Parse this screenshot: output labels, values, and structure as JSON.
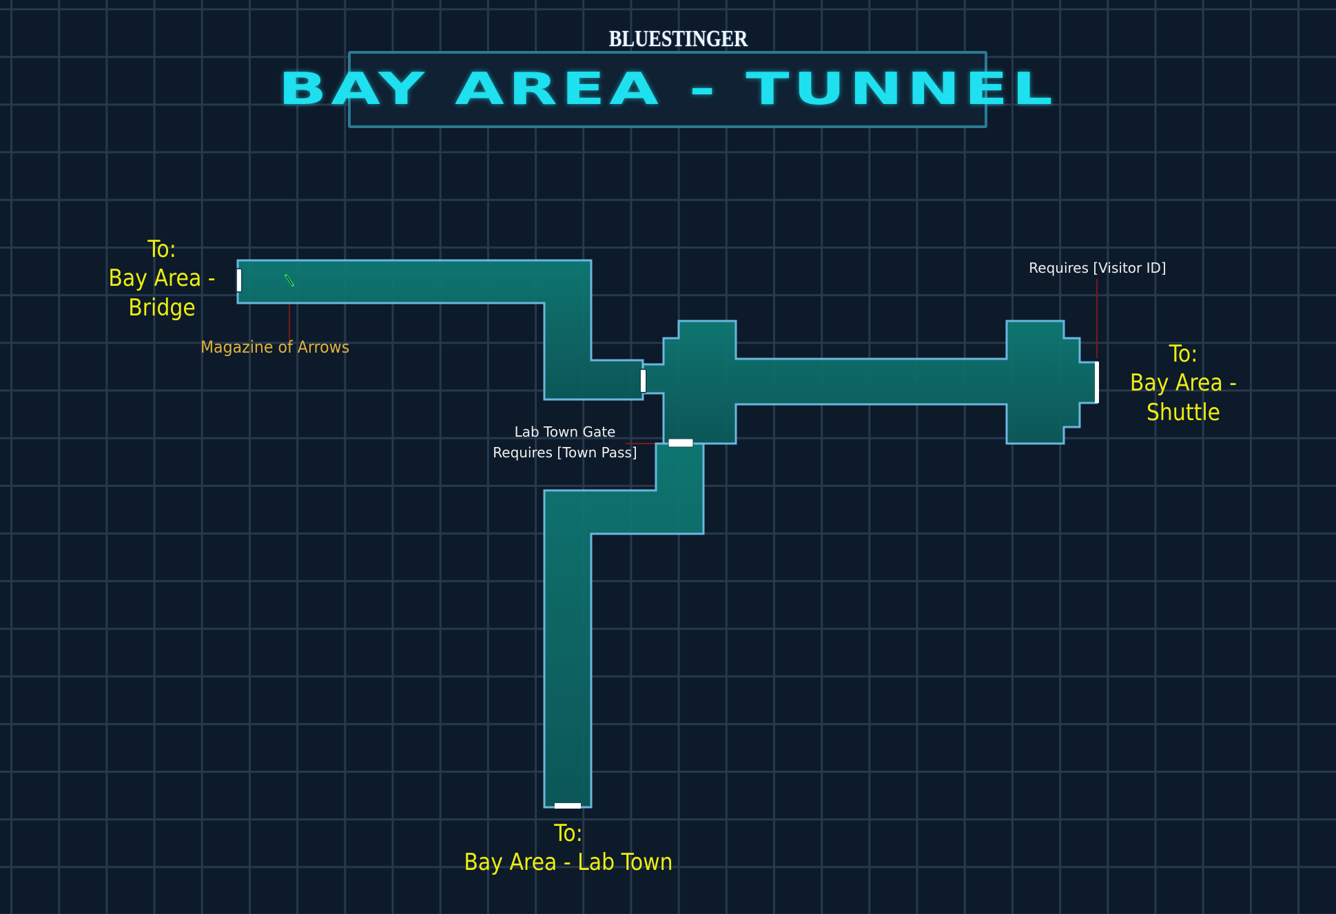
{
  "logo": {
    "text": "BLUESTINGER"
  },
  "title": "BAY AREA - TUNNEL",
  "map": {
    "colors": {
      "room_fill": "#0f7a74",
      "room_border": "#6fc0e8",
      "door": "#ffffff",
      "item_marker": "#2cd96a"
    },
    "destinations": {
      "bridge": {
        "line1": "To:",
        "line2": "Bay Area -",
        "line3": "Bridge"
      },
      "shuttle": {
        "line1": "To:",
        "line2": "Bay Area -",
        "line3": "Shuttle"
      },
      "lab_town": {
        "line1": "To:",
        "line2": "Bay Area - Lab Town"
      }
    },
    "notes": {
      "visitor_id": "Requires [Visitor ID]",
      "lab_gate_line1": "Lab Town Gate",
      "lab_gate_line2": "Requires [Town Pass]",
      "item": "Magazine of Arrows"
    }
  }
}
